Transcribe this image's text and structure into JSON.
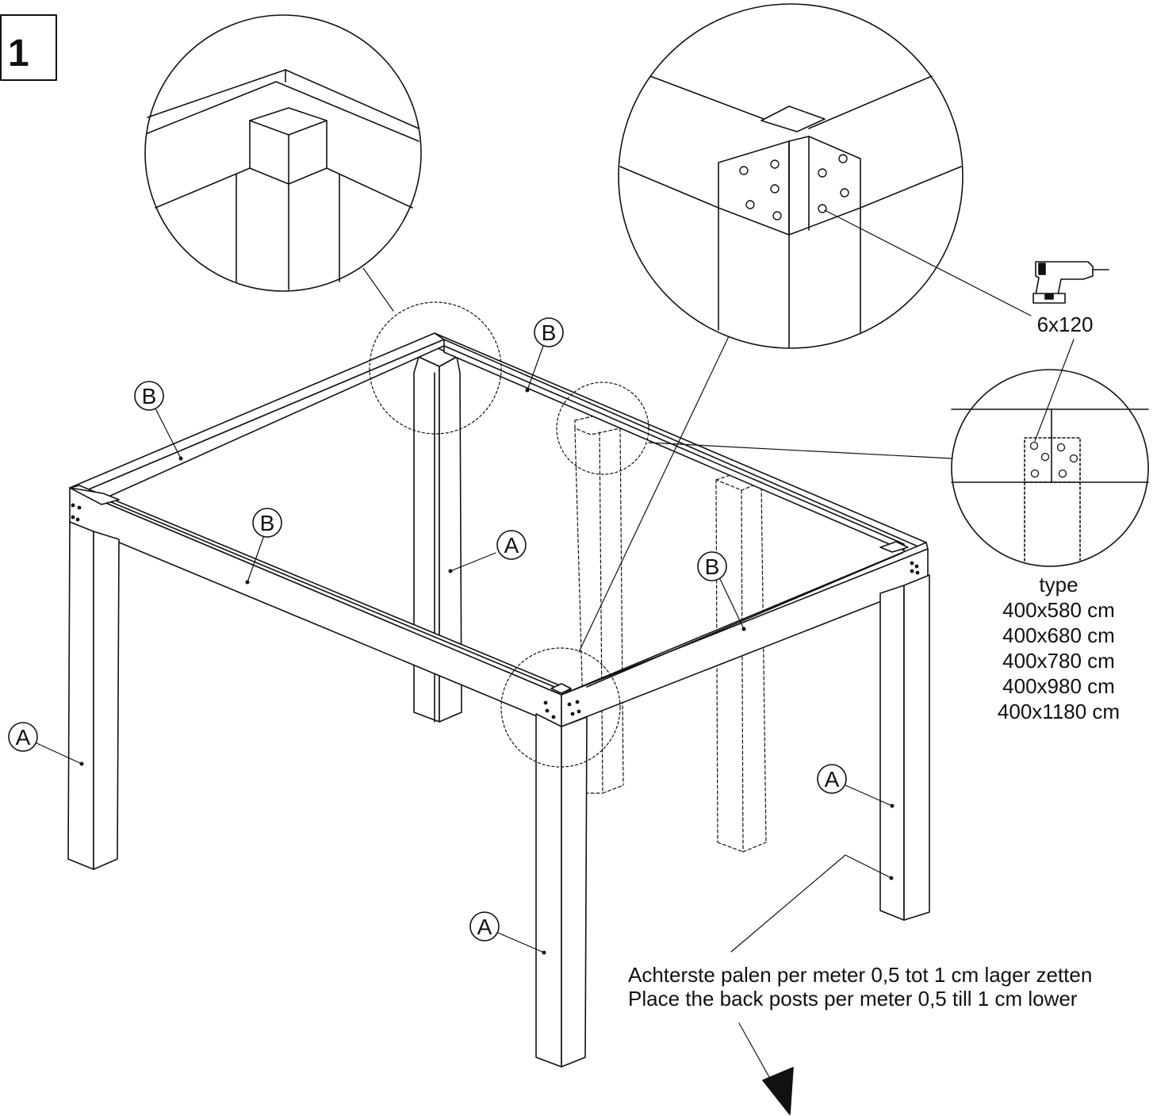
{
  "step_number": "1",
  "part_labels": {
    "leg": "A",
    "beam": "B"
  },
  "fastener": {
    "screw_spec": "6x120",
    "tool_icon": "cordless-drill-icon"
  },
  "type_list": {
    "heading": "type",
    "sizes": [
      "400x580 cm",
      "400x680 cm",
      "400x780 cm",
      "400x980 cm",
      "400x1180 cm"
    ]
  },
  "note": {
    "line_nl": "Achterste palen per meter 0,5 tot 1 cm lager zetten",
    "line_en": "Place the back posts per meter 0,5 till 1 cm lower"
  },
  "colors": {
    "ink": "#111111",
    "paper": "#ffffff"
  }
}
